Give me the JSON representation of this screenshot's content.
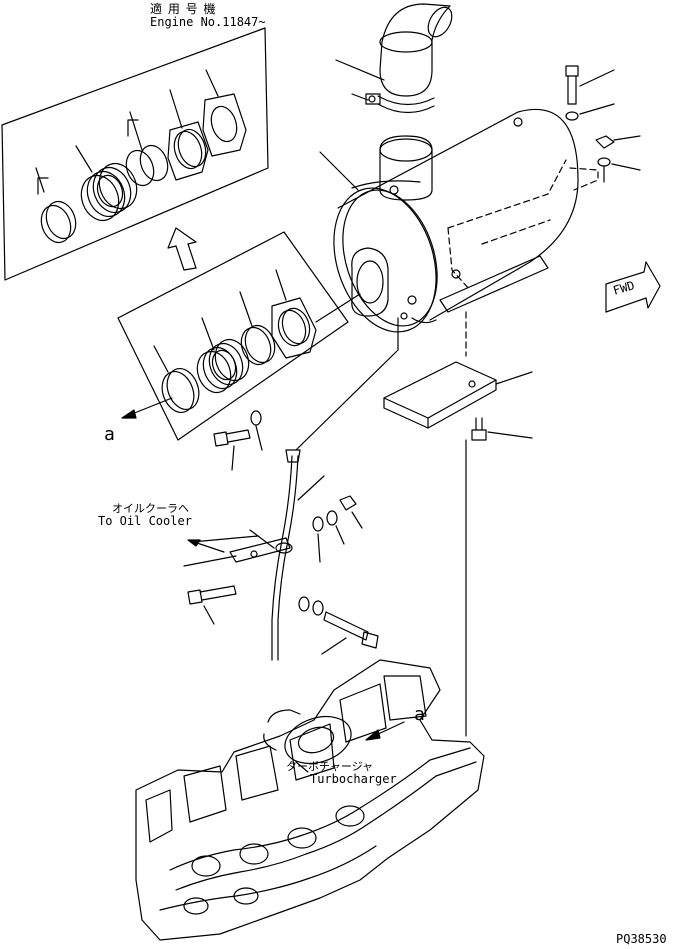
{
  "labels": {
    "applicable_jp": "適 用 号 機",
    "engine_no": "Engine No.11847~",
    "oil_cooler_jp": "オイルクーラヘ",
    "oil_cooler_en": "To Oil Cooler",
    "turbo_jp": "ターボチャージャ",
    "turbo_en": "Turbocharger",
    "ref_a_left": "a",
    "ref_a_turbo": "a",
    "fwd": "FWD",
    "drawing_no": "PQ38530"
  },
  "colors": {
    "line": "#000000",
    "background": "#ffffff"
  }
}
